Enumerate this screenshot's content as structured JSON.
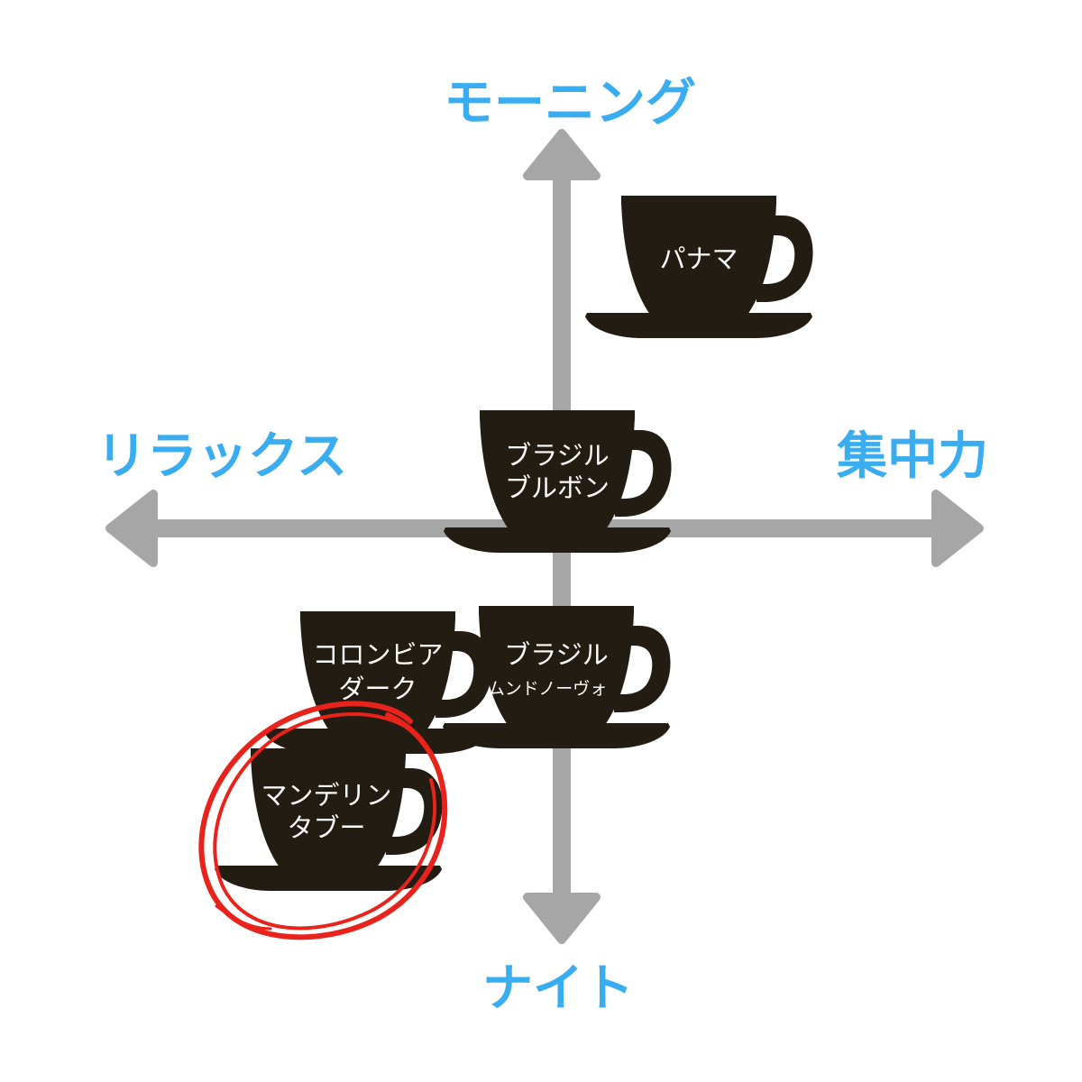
{
  "colors": {
    "background": "#ffffff",
    "axis": "#a6a6a6",
    "axis_label": "#3aacf0",
    "cup": "#231c12",
    "cup_text": "#ffffff",
    "highlight_circle": "#e8231c"
  },
  "axes": {
    "top_label": "モーニング",
    "bottom_label": "ナイト",
    "left_label": "リラックス",
    "right_label": "集中力"
  },
  "cups": [
    {
      "id": "panama",
      "lines": [
        "パナマ"
      ],
      "icon": "coffee-cup-icon",
      "highlighted": false
    },
    {
      "id": "brazil-bourbon",
      "lines": [
        "ブラジル",
        "ブルボン"
      ],
      "icon": "coffee-cup-icon",
      "highlighted": false
    },
    {
      "id": "colombia-dark",
      "lines": [
        "コロンビア",
        "ダーク"
      ],
      "icon": "coffee-cup-icon",
      "highlighted": false
    },
    {
      "id": "brazil-mundo-novo",
      "lines": [
        "ブラジル",
        "ムンドノーヴォ"
      ],
      "icon": "coffee-cup-icon",
      "highlighted": false
    },
    {
      "id": "mandheling-tabu",
      "lines": [
        "マンデリン",
        "タブー"
      ],
      "icon": "coffee-cup-icon",
      "highlighted": true
    }
  ]
}
